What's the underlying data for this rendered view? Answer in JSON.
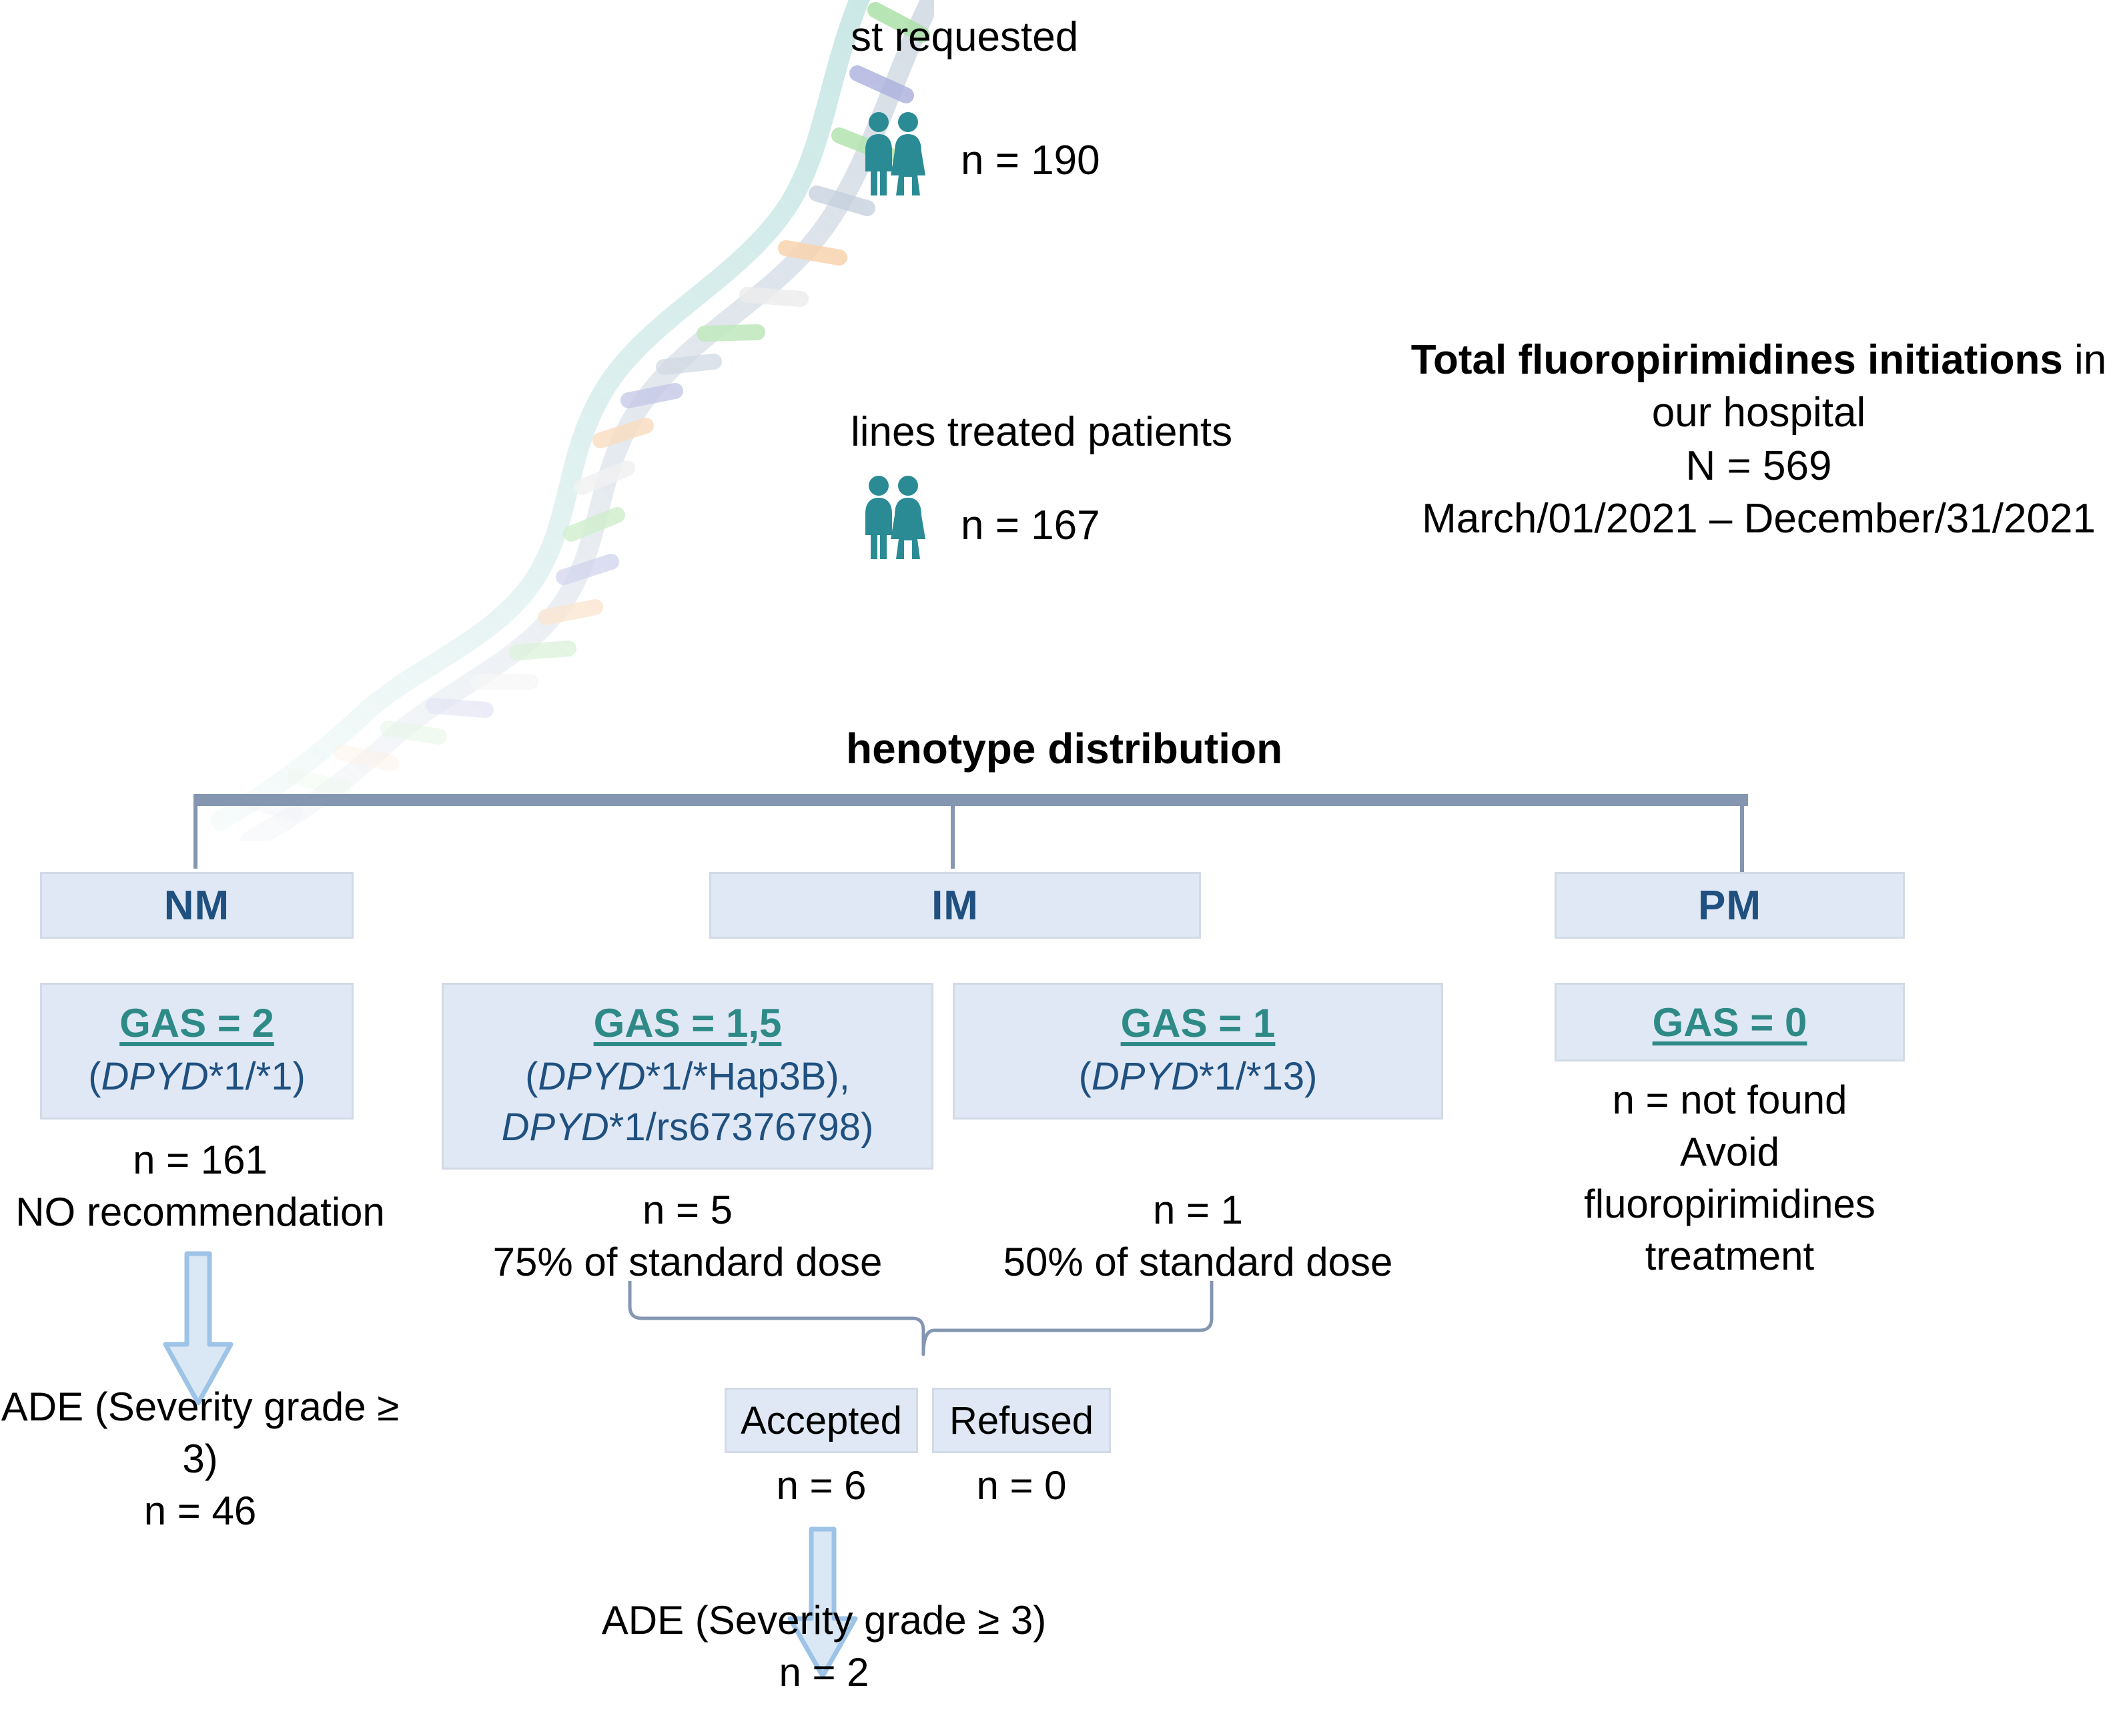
{
  "top": {
    "test_requested": {
      "label": "st requested",
      "icon": "couple-icon",
      "count": "n = 190"
    },
    "treated_patients": {
      "label": "lines treated patients",
      "icon": "couple-icon",
      "count": "n = 167"
    },
    "summary": {
      "line1_bold": "Total fluoropirimidines initiations",
      "line1_rest": " in",
      "line2": "our hospital",
      "line3": "N = 569",
      "line4": "March/01/2021 – December/31/2021"
    }
  },
  "section_title": "henotype distribution",
  "phenotypes": [
    {
      "code": "NM"
    },
    {
      "code": "IM"
    },
    {
      "code": "PM"
    }
  ],
  "gas_boxes": [
    {
      "gas": "GAS = 2",
      "genotype_html": "(<i>DPYD</i>*1/*1)",
      "genotype_text": "(DPYD*1/*1)"
    },
    {
      "gas": "GAS = 1,5",
      "genotype_html": "(<i>DPYD</i>*1/*Hap3B),<br><i>DPYD</i>*1/rs67376798)",
      "genotype_text": "(DPYD*1/*Hap3B), DPYD*1/rs67376798)"
    },
    {
      "gas": "GAS = 1",
      "genotype_html": "(<i>DPYD</i>*1/*13)",
      "genotype_text": "(DPYD*1/*13)"
    },
    {
      "gas": "GAS = 0",
      "genotype_html": "",
      "genotype_text": ""
    }
  ],
  "notes": {
    "nm_n": "n = 161",
    "nm_rec": "NO recommendation",
    "im15_n": "n = 5",
    "im15_dose": "75% of standard dose",
    "im1_n": "n = 1",
    "im1_dose": "50% of standard dose",
    "pm_n": "n = not found",
    "pm_rec_line1": "Avoid fluoropirimidines",
    "pm_rec_line2": "treatment"
  },
  "outcomes": {
    "nm_ade_label": "ADE (Severity grade ≥ 3)",
    "nm_ade_n": "n = 46",
    "accepted_label": "Accepted",
    "accepted_n": "n = 6",
    "refused_label": "Refused",
    "refused_n": "n = 0",
    "im_ade_label": "ADE (Severity grade ≥ 3)",
    "im_ade_n": "n = 2"
  },
  "colors": {
    "box_fill": "#dfe8f4",
    "box_border": "#d2dae7",
    "phenotype_text": "#1f5080",
    "gas_text": "#2e8a86",
    "genotype_text": "#1f5080",
    "connector": "#8496b0",
    "arrow_fill": "#dae7f5",
    "arrow_stroke": "#9dc3e6",
    "person_icon": "#2b8b95",
    "body_text": "#000000"
  }
}
